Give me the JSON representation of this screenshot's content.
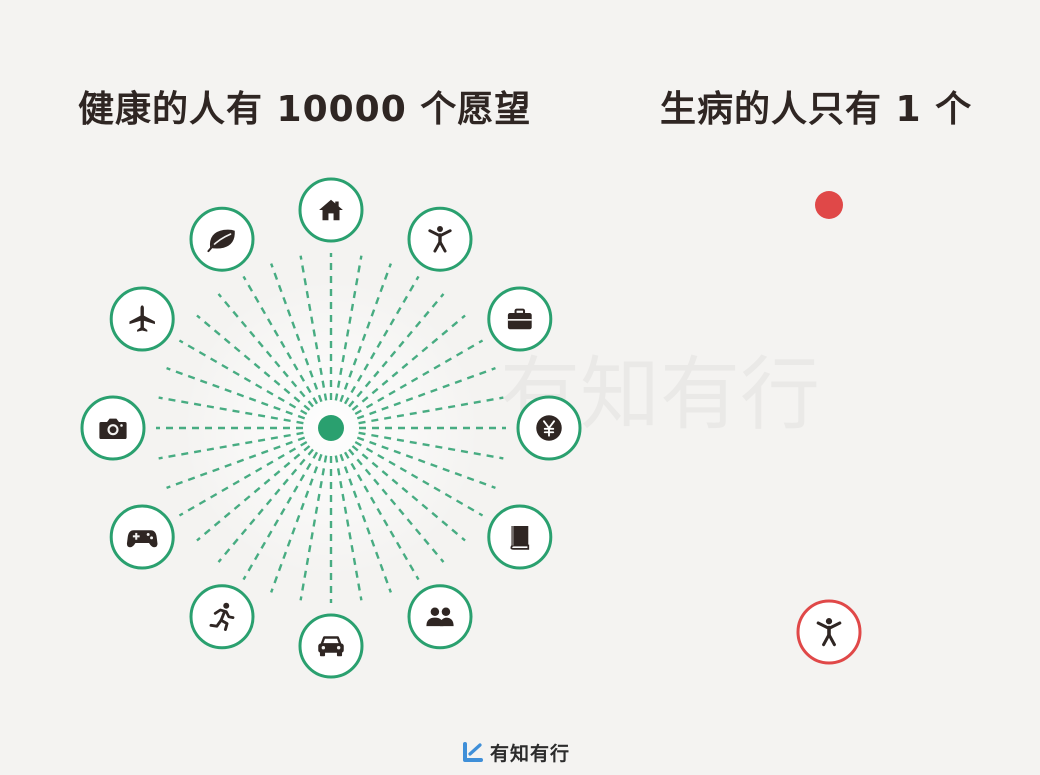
{
  "titles": {
    "healthy": "健康的人有 10000 个愿望",
    "sick": "生病的人只有 1 个"
  },
  "colors": {
    "background": "#f4f3f1",
    "green": "#2aa06f",
    "red": "#e04848",
    "icon": "#2f2623"
  },
  "wishes": [
    {
      "icon": "home-icon"
    },
    {
      "icon": "person-active-icon"
    },
    {
      "icon": "briefcase-icon"
    },
    {
      "icon": "yen-coin-icon"
    },
    {
      "icon": "book-icon"
    },
    {
      "icon": "people-icon"
    },
    {
      "icon": "car-icon"
    },
    {
      "icon": "running-icon"
    },
    {
      "icon": "gamepad-icon"
    },
    {
      "icon": "camera-icon"
    },
    {
      "icon": "airplane-icon"
    },
    {
      "icon": "leaf-icon"
    }
  ],
  "sick_wish": {
    "icon": "person-active-icon"
  },
  "watermark": "有知有行",
  "brand": {
    "name": "有知有行",
    "logo": "brand-logo-icon"
  }
}
